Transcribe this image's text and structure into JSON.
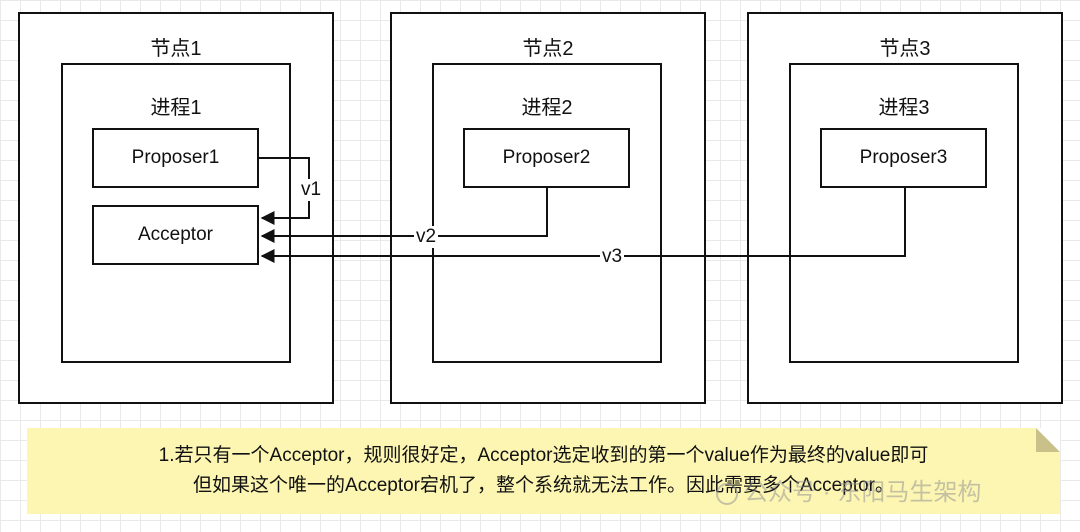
{
  "nodes": [
    {
      "title": "节点1",
      "process": "进程1",
      "proposer": "Proposer1",
      "acceptor": "Acceptor"
    },
    {
      "title": "节点2",
      "process": "进程2",
      "proposer": "Proposer2"
    },
    {
      "title": "节点3",
      "process": "进程3",
      "proposer": "Proposer3"
    }
  ],
  "edges": [
    {
      "from": "Proposer1",
      "to": "Acceptor",
      "label": "v1"
    },
    {
      "from": "Proposer2",
      "to": "Acceptor",
      "label": "v2"
    },
    {
      "from": "Proposer3",
      "to": "Acceptor",
      "label": "v3"
    }
  ],
  "note": {
    "line1": "1.若只有一个Acceptor，规则很好定，Acceptor选定收到的第一个value作为最终的value即可",
    "line2": "但如果这个唯一的Acceptor宕机了，整个系统就无法工作。因此需要多个Acceptor。"
  },
  "watermark": "公众号 · 东阳马生架构"
}
